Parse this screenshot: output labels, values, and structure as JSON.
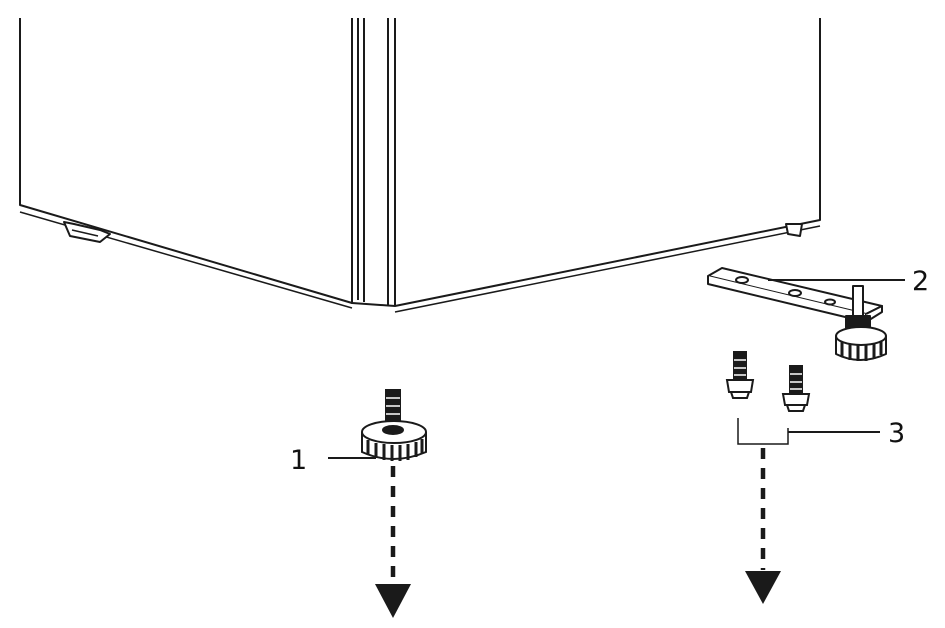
{
  "callouts": [
    {
      "id": "1",
      "label": "1"
    },
    {
      "id": "2",
      "label": "2"
    },
    {
      "id": "3",
      "label": "3"
    }
  ],
  "colors": {
    "line": "#1a1a1a",
    "background": "#ffffff",
    "fill_light": "#ffffff",
    "fill_dark": "#1a1a1a"
  },
  "icons": {
    "foot": "adjustable-foot-icon",
    "bracket": "hinge-bracket-icon",
    "screws": "screw-icon",
    "arrows": "arrow-down-icon"
  }
}
